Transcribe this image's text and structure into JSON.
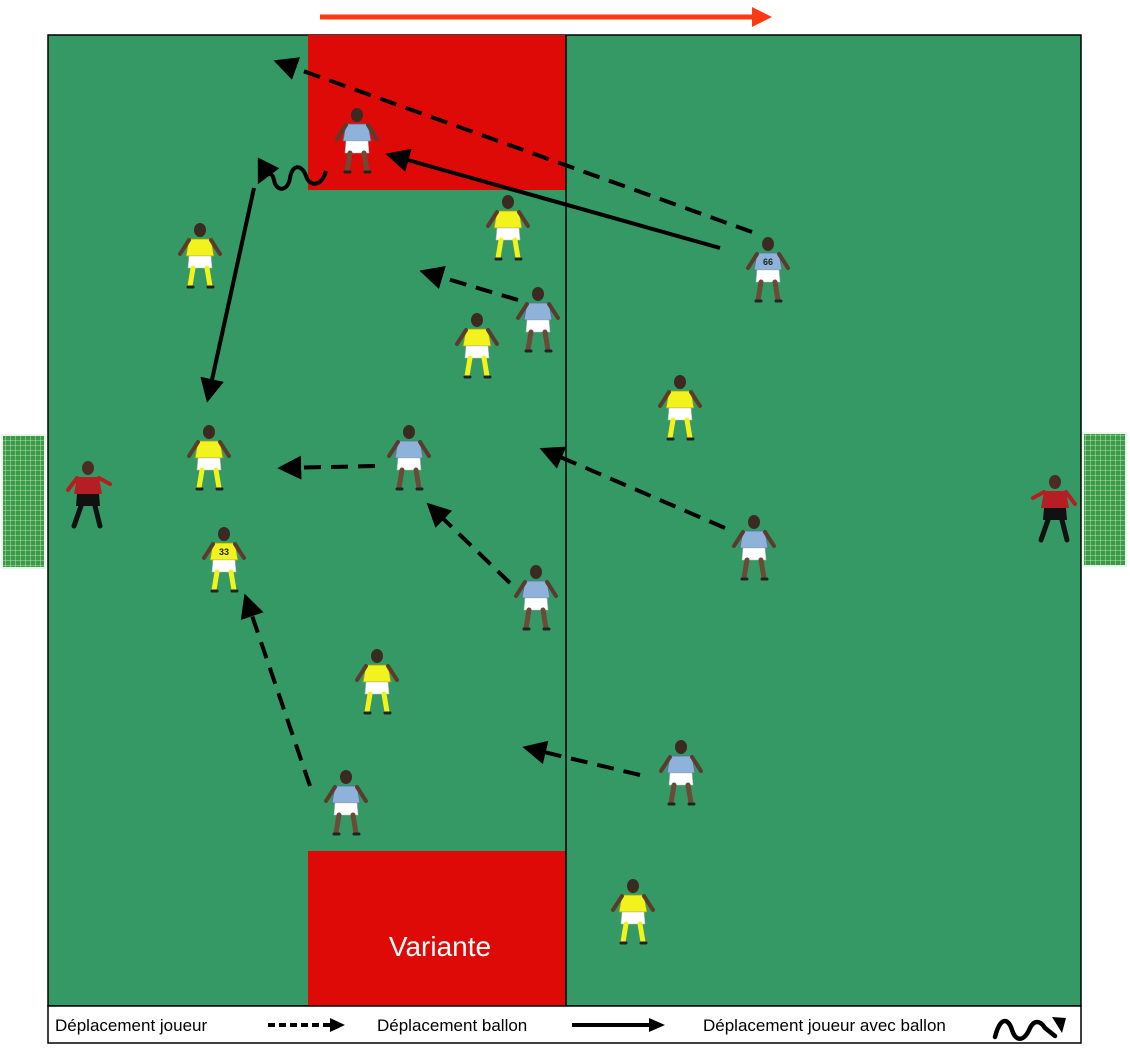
{
  "colors": {
    "pitch": "#359966",
    "zone": "#dd0a07",
    "direction_arrow": "#ff3a12",
    "team_yellow": "#f2f21d",
    "team_blue": "#8fb2da",
    "goalkeeper": "#b51f23",
    "goal_net": "#2e8b3a"
  },
  "pitch": {
    "variant_label": "Variante"
  },
  "legend": {
    "player_movement": "Déplacement joueur",
    "ball_movement": "Déplacement ballon",
    "player_with_ball": "Déplacement joueur avec ballon"
  },
  "players": {
    "yellow_numbered_shirt": "33",
    "blue_numbered_shirt": "66"
  },
  "icons": {
    "direction_of_play": "right-arrow-icon",
    "goal": "goal-net-icon",
    "dribble": "zigzag-arrow-icon"
  }
}
